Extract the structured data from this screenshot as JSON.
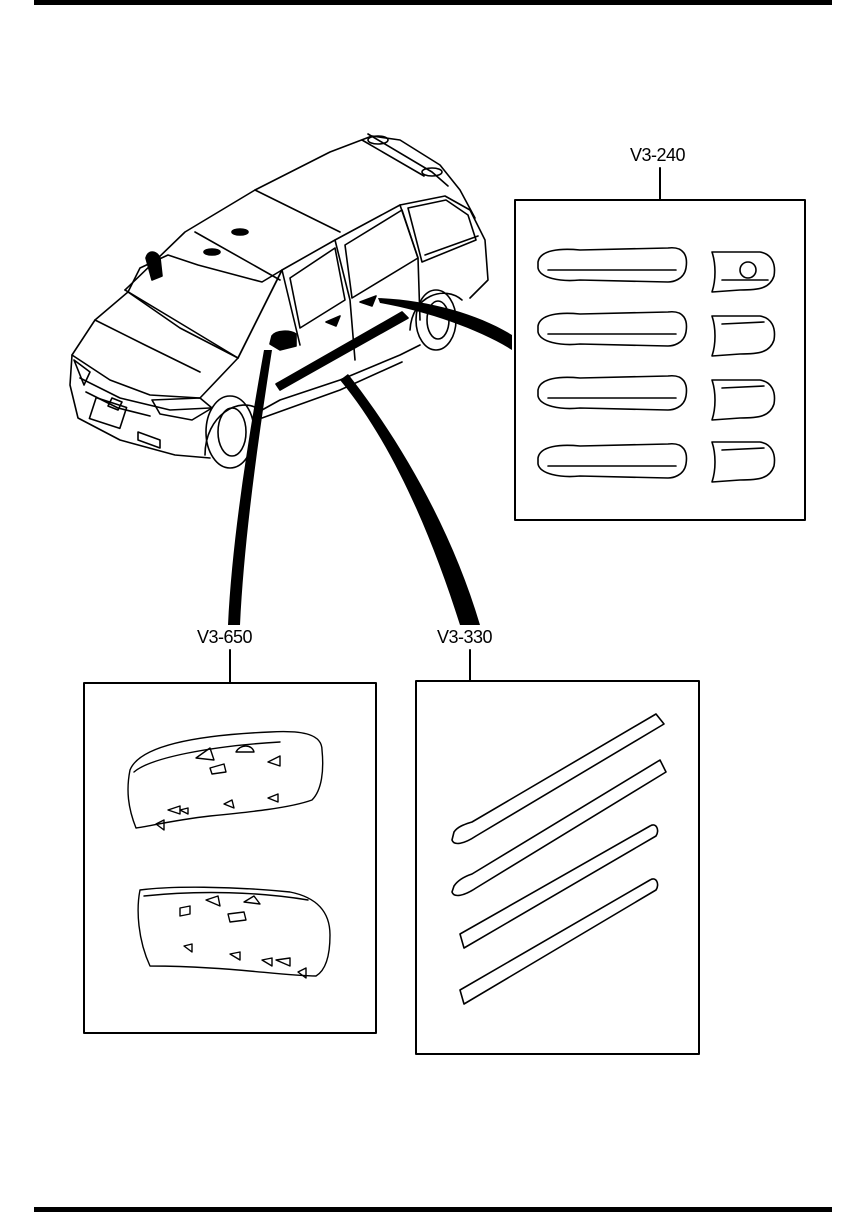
{
  "callouts": {
    "door_handle_covers": "V3-240",
    "mirror_covers": "V3-650",
    "side_moldings": "V3-330"
  },
  "colors": {
    "ink": "#000000",
    "paper": "#ffffff"
  },
  "icons": [
    "car-icon",
    "door-handle-icon",
    "mirror-cover-icon",
    "side-molding-icon"
  ]
}
